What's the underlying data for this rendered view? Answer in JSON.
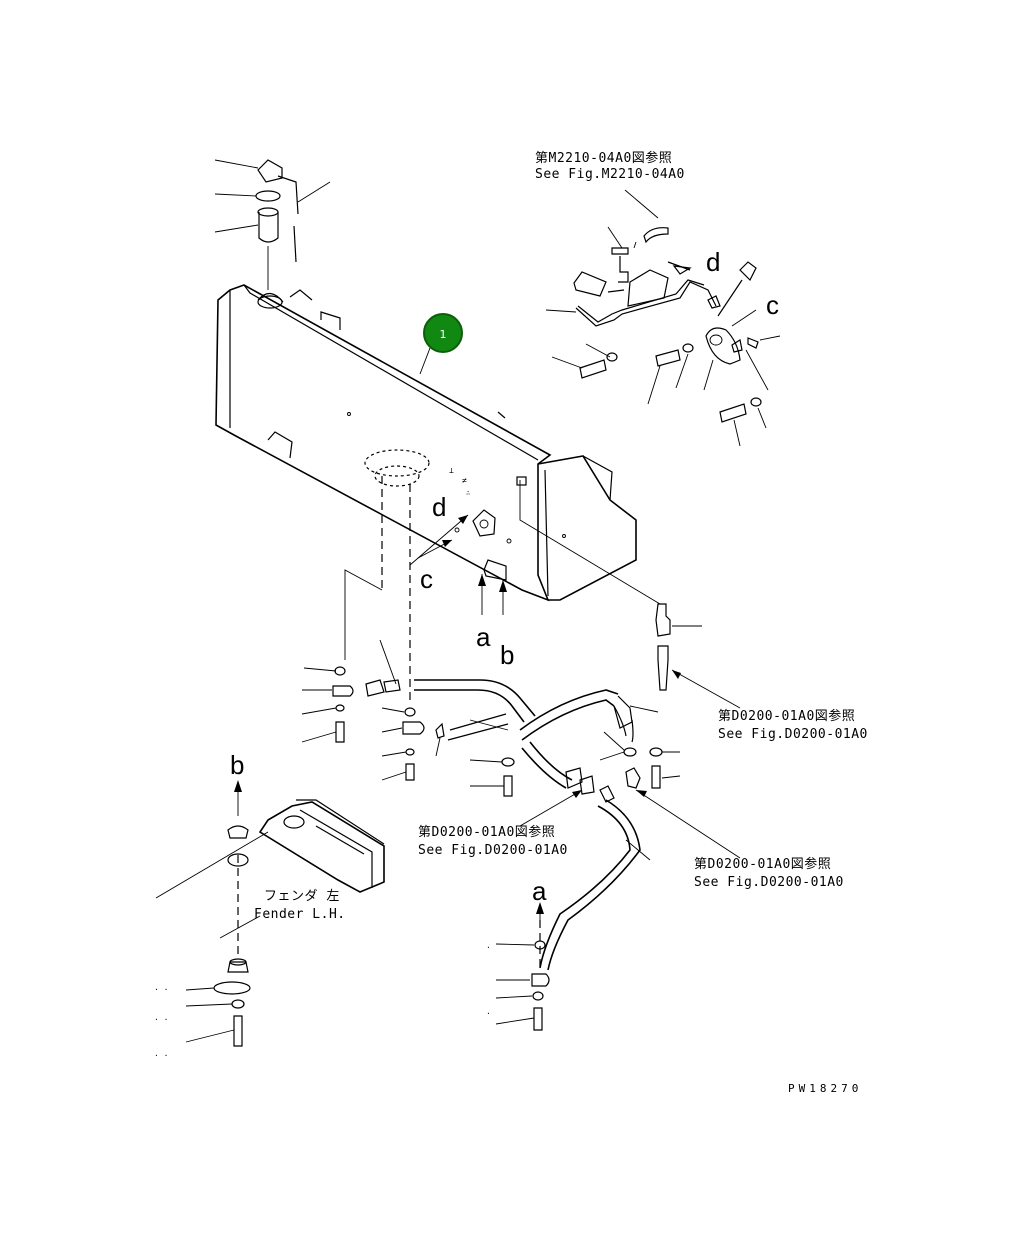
{
  "colors": {
    "callout_fill": "#118811",
    "callout_ring": "#0b5e0b",
    "ink": "#000000",
    "background": "#ffffff"
  },
  "callout": {
    "label": "1"
  },
  "references": {
    "ref_m2210": {
      "ja": "第M2210-04A0図参照",
      "en": "See Fig.M2210-04A0"
    },
    "ref_d0200_right": {
      "ja": "第D0200-01A0図参照",
      "en": "See Fig.D0200-01A0"
    },
    "ref_d0200_center": {
      "ja": "第D0200-01A0図参照",
      "en": "See Fig.D0200-01A0"
    },
    "ref_d0200_lower": {
      "ja": "第D0200-01A0図参照",
      "en": "See Fig.D0200-01A0"
    }
  },
  "fender": {
    "ja": "フェンダ 左",
    "en": "Fender L.H."
  },
  "markers": {
    "a": "a",
    "b": "b",
    "c": "c",
    "d": "d"
  },
  "drawing_number": "PW18270",
  "icons": {
    "callout": "callout-bubble-icon"
  }
}
